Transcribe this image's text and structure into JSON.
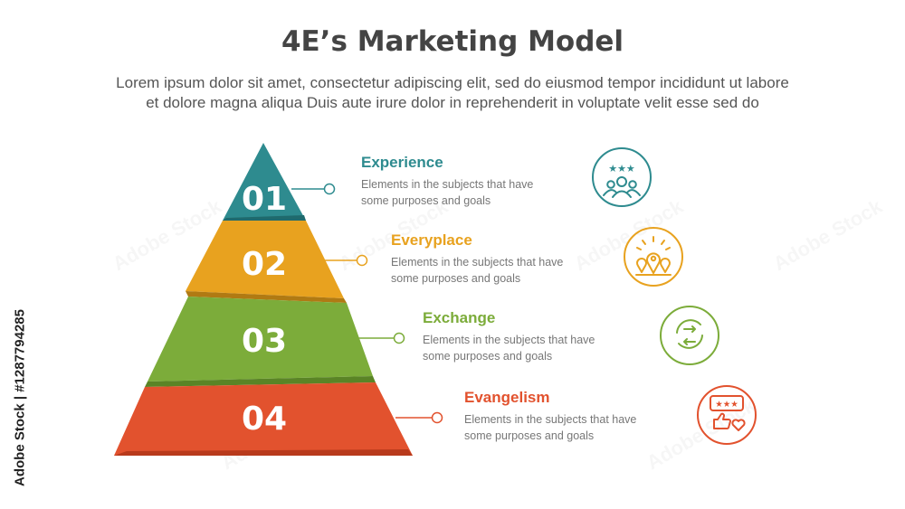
{
  "header": {
    "title": "4E’s Marketing Model",
    "subtitle_line1": "Lorem ipsum dolor sit amet, consectetur adipiscing elit, sed do eiusmod tempor incididunt ut labore",
    "subtitle_line2": "et dolore magna aliqua Duis aute irure dolor in reprehenderit in voluptate velit esse sed do"
  },
  "watermark": {
    "side_text": "Adobe Stock | #1287794285",
    "tile_text": "Adobe Stock"
  },
  "steps": [
    {
      "number": "01",
      "title": "Experience",
      "desc_line1": "Elements in the subjects that have",
      "desc_line2": "some purposes and goals",
      "color": "#2e8b8f",
      "icon": "people-rating-icon"
    },
    {
      "number": "02",
      "title": "Everyplace",
      "desc_line1": "Elements in the subjects that have",
      "desc_line2": "some purposes and goals",
      "color": "#e8a21f",
      "icon": "location-pins-icon"
    },
    {
      "number": "03",
      "title": "Exchange",
      "desc_line1": "Elements in the subjects that have",
      "desc_line2": "some purposes and goals",
      "color": "#7cac3a",
      "icon": "exchange-arrows-icon"
    },
    {
      "number": "04",
      "title": "Evangelism",
      "desc_line1": "Elements in the subjects that have",
      "desc_line2": "some purposes and goals",
      "color": "#e2522e",
      "icon": "review-like-heart-icon"
    }
  ]
}
